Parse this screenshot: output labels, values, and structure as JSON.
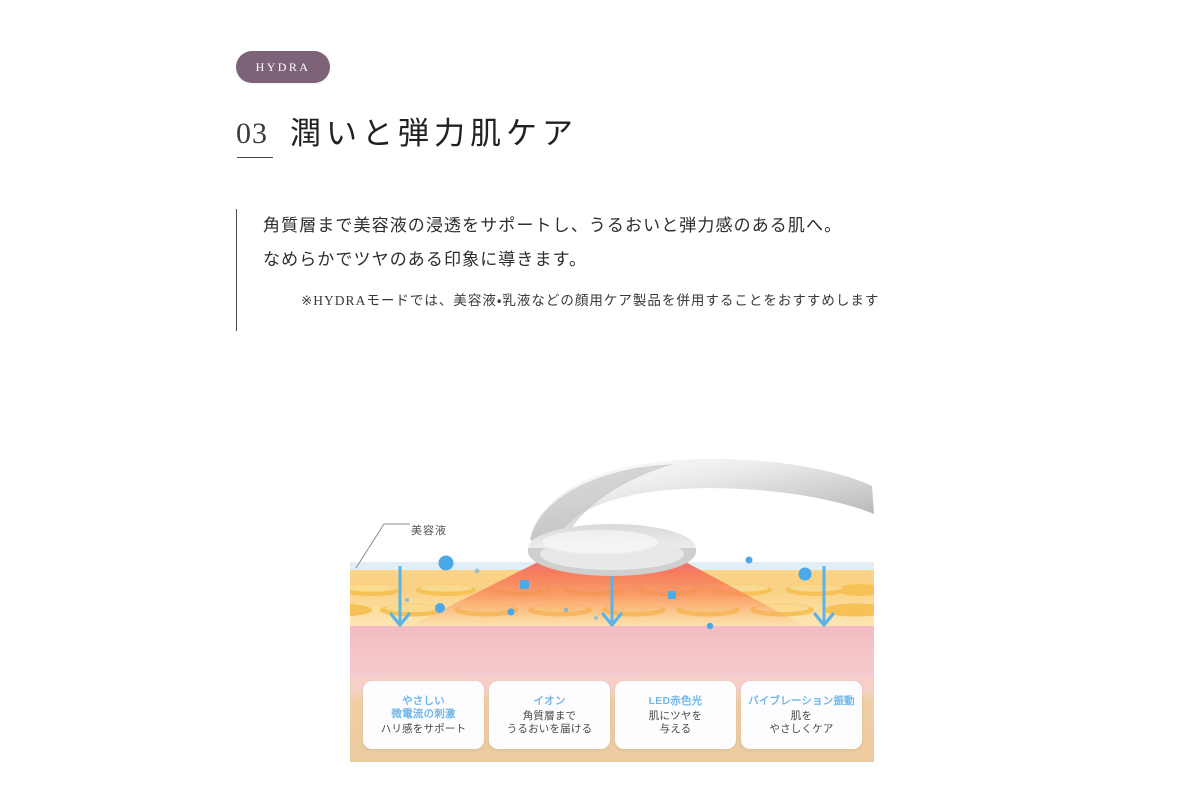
{
  "badge": {
    "label": "HYDRA"
  },
  "heading": {
    "number": "03",
    "title": "潤いと弾力肌ケア"
  },
  "body": {
    "line1": "角質層まで美容液の浸透をサポートし、うるおいと弾力感のある肌へ。",
    "line2": "なめらかでツヤのある印象に導きます。",
    "note": "※HYDRAモードでは、美容液・乳液などの顔用ケア製品を併用することをおすすめします"
  },
  "illustration": {
    "serum_label": "美容液",
    "cards": [
      {
        "title_line1": "やさしい",
        "title_line2": "微電流の刺激",
        "body_line1": "ハリ感をサポート",
        "body_line2": ""
      },
      {
        "title_line1": "イオン",
        "title_line2": "",
        "body_line1": "角質層まで",
        "body_line2": "うるおいを届ける"
      },
      {
        "title_line1": "LED赤色光",
        "title_line2": "",
        "body_line1": "肌にツヤを",
        "body_line2": "与える"
      },
      {
        "title_line1": "バイブレーション振動",
        "title_line2": "",
        "body_line1": "肌を",
        "body_line2": "やさしくケア"
      }
    ]
  },
  "colors": {
    "badge_bg": "#7d6278",
    "card_title": "#72b7e8",
    "arrow": "#5cb3ea",
    "light_cone": "#f4645c",
    "stratum": "#f6c86a",
    "dermis": "#f3c3c6",
    "base_band": "#efcfa6"
  }
}
